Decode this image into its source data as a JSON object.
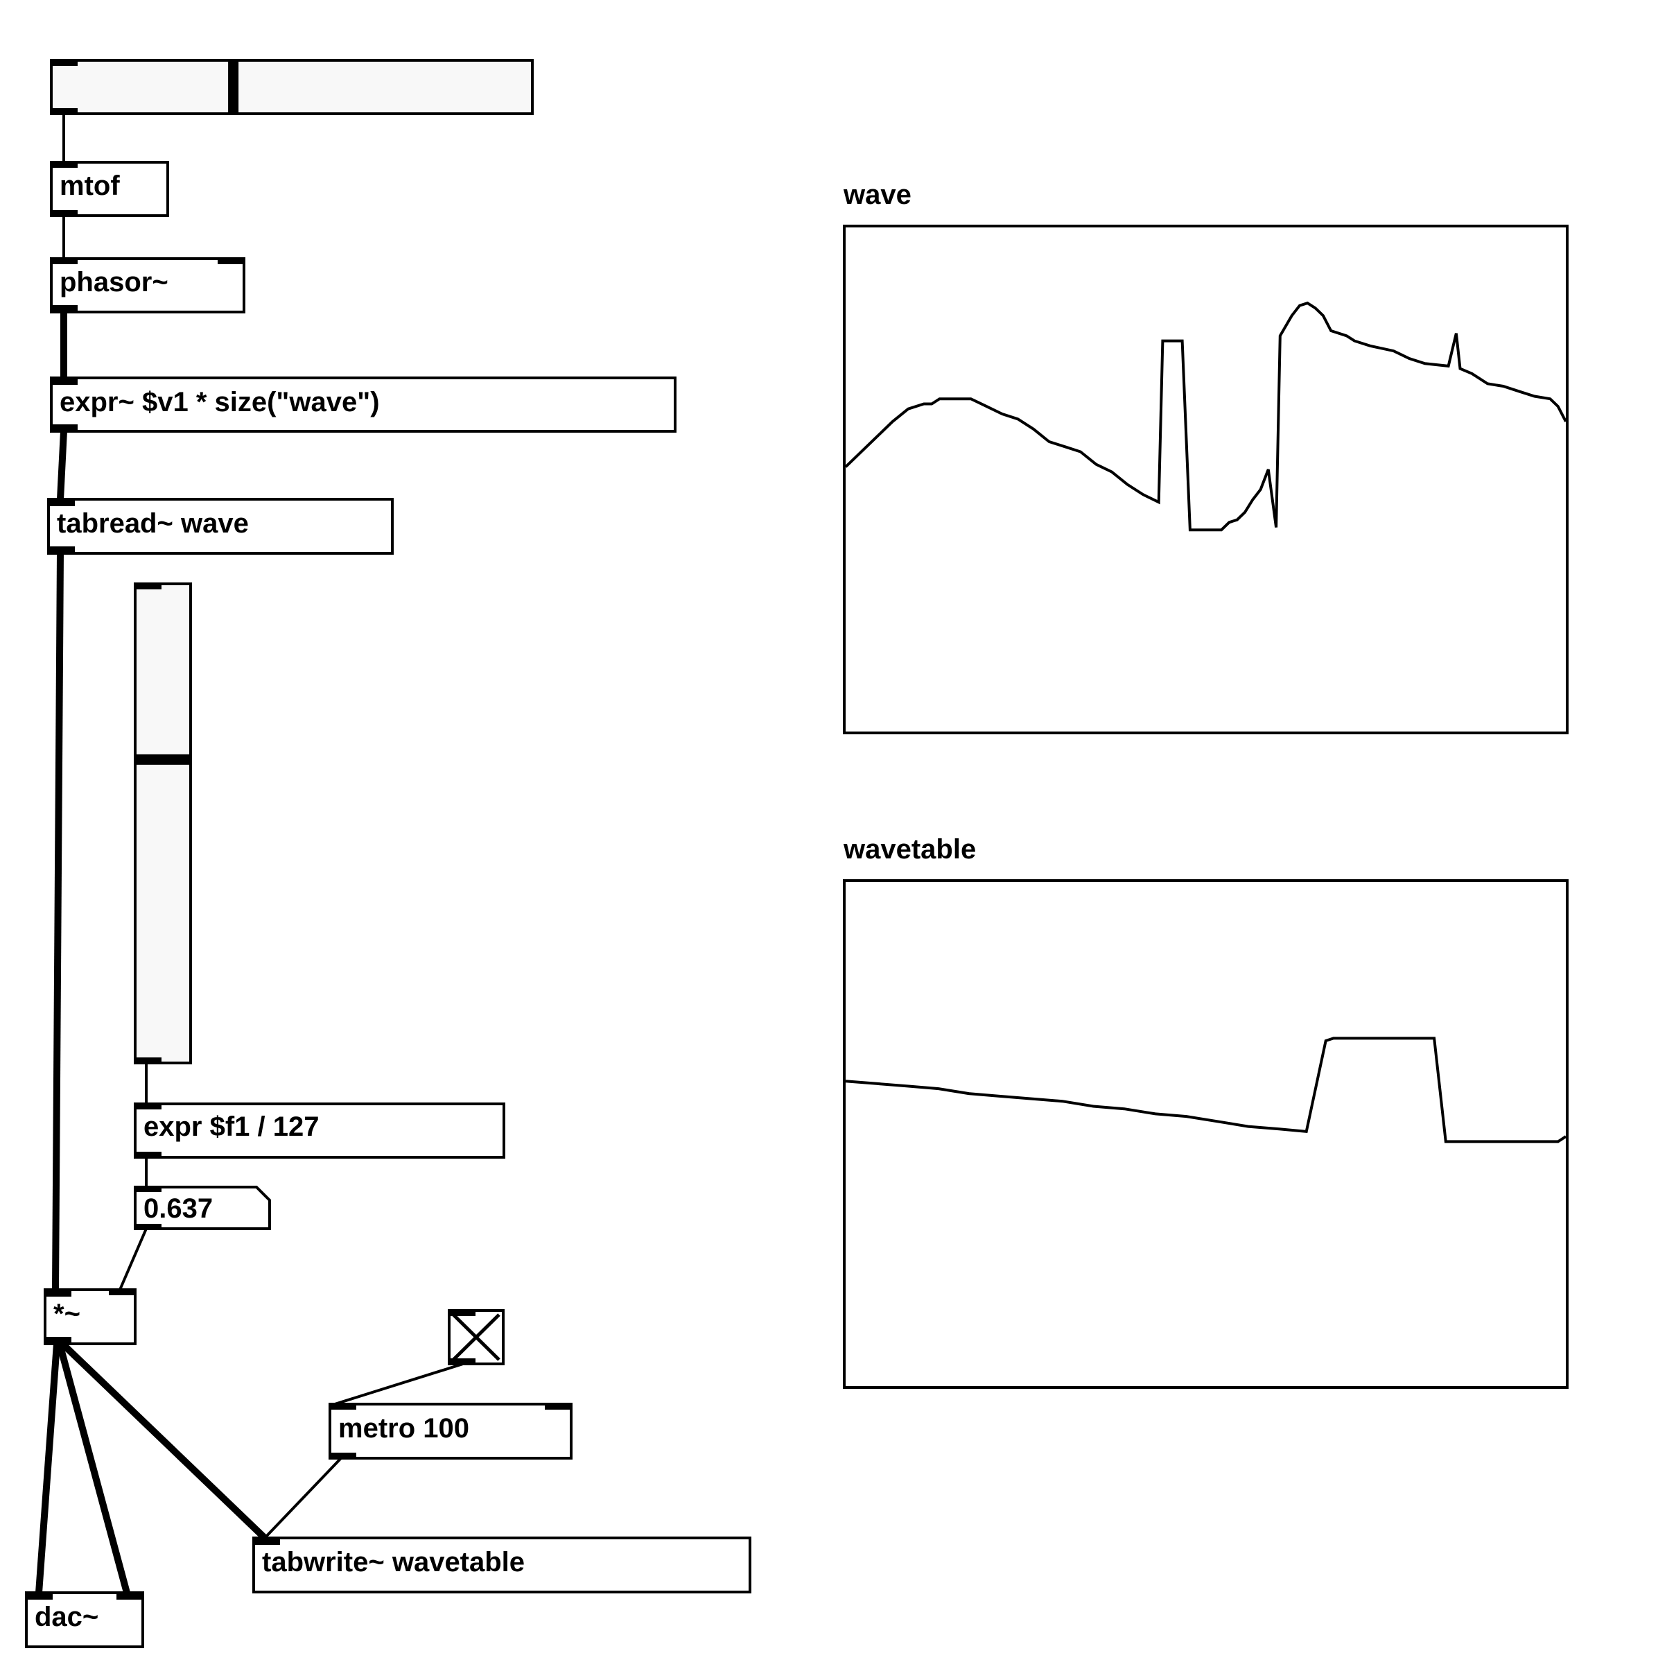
{
  "objects": {
    "mtof": "mtof",
    "phasor": "phasor~",
    "expr_size": "expr~ $v1 * size(\"wave\")",
    "tabread": "tabread~ wave",
    "expr_scale": "expr $f1 / 127",
    "multiply": "*~",
    "metro": "metro 100",
    "tabwrite": "tabwrite~ wavetable",
    "dac": "dac~"
  },
  "number_box": {
    "value": "0.637"
  },
  "hslider": {
    "value_fraction": 0.375
  },
  "vslider": {
    "value_fraction": 0.637
  },
  "toggle": {
    "checked": true
  },
  "arrays": {
    "wave": {
      "name": "wave",
      "ylim": [
        -1,
        1
      ],
      "points": [
        [
          0,
          0.05
        ],
        [
          4,
          0.17
        ],
        [
          6,
          0.23
        ],
        [
          8,
          0.28
        ],
        [
          10,
          0.3
        ],
        [
          11,
          0.3
        ],
        [
          12,
          0.32
        ],
        [
          16,
          0.32
        ],
        [
          18,
          0.29
        ],
        [
          20,
          0.26
        ],
        [
          22,
          0.24
        ],
        [
          24,
          0.2
        ],
        [
          26,
          0.15
        ],
        [
          28,
          0.13
        ],
        [
          30,
          0.11
        ],
        [
          32,
          0.06
        ],
        [
          34,
          0.03
        ],
        [
          36,
          -0.02
        ],
        [
          38,
          -0.06
        ],
        [
          40,
          -0.09
        ],
        [
          40.5,
          0.55
        ],
        [
          43,
          0.55
        ],
        [
          44,
          -0.2
        ],
        [
          48,
          -0.2
        ],
        [
          49,
          -0.17
        ],
        [
          50,
          -0.16
        ],
        [
          51,
          -0.13
        ],
        [
          52,
          -0.08
        ],
        [
          53,
          -0.04
        ],
        [
          54,
          0.04
        ],
        [
          55,
          -0.19
        ],
        [
          55.5,
          0.57
        ],
        [
          57,
          0.65
        ],
        [
          58,
          0.69
        ],
        [
          59,
          0.7
        ],
        [
          60,
          0.68
        ],
        [
          61,
          0.65
        ],
        [
          62,
          0.59
        ],
        [
          64,
          0.57
        ],
        [
          65,
          0.55
        ],
        [
          67,
          0.53
        ],
        [
          70,
          0.51
        ],
        [
          72,
          0.48
        ],
        [
          74,
          0.46
        ],
        [
          77,
          0.45
        ],
        [
          78,
          0.58
        ],
        [
          78.5,
          0.44
        ],
        [
          80,
          0.42
        ],
        [
          82,
          0.38
        ],
        [
          84,
          0.37
        ],
        [
          86,
          0.35
        ],
        [
          88,
          0.33
        ],
        [
          90,
          0.32
        ],
        [
          91,
          0.29
        ],
        [
          92,
          0.23
        ]
      ]
    },
    "wavetable": {
      "name": "wavetable",
      "ylim": [
        -1,
        1
      ],
      "points": [
        [
          0,
          0.21
        ],
        [
          4,
          0.2
        ],
        [
          8,
          0.19
        ],
        [
          12,
          0.18
        ],
        [
          16,
          0.16
        ],
        [
          20,
          0.15
        ],
        [
          24,
          0.14
        ],
        [
          28,
          0.13
        ],
        [
          32,
          0.11
        ],
        [
          36,
          0.1
        ],
        [
          40,
          0.08
        ],
        [
          44,
          0.07
        ],
        [
          48,
          0.05
        ],
        [
          52,
          0.03
        ],
        [
          56,
          0.02
        ],
        [
          59.5,
          0.01
        ],
        [
          62,
          0.37
        ],
        [
          63,
          0.38
        ],
        [
          76,
          0.38
        ],
        [
          77.5,
          -0.03
        ],
        [
          84,
          -0.03
        ],
        [
          92,
          -0.03
        ],
        [
          93,
          -0.01
        ]
      ]
    }
  }
}
